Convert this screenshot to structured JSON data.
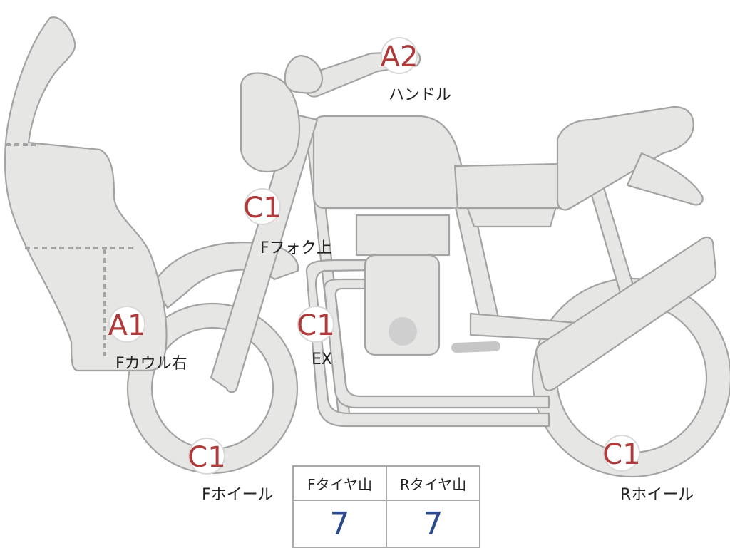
{
  "diagram": {
    "badges": [
      {
        "id": "handlebar",
        "code": "A2",
        "label": "ハンドル"
      },
      {
        "id": "fork-upper",
        "code": "C1",
        "label": "Fフォク上"
      },
      {
        "id": "cowl-right",
        "code": "A1",
        "label": "Fカウル右"
      },
      {
        "id": "exhaust",
        "code": "C1",
        "label": "EX"
      },
      {
        "id": "front-wheel",
        "code": "C1",
        "label": "Fホイール"
      },
      {
        "id": "rear-wheel",
        "code": "C1",
        "label": "Rホイール"
      }
    ],
    "tire_table": {
      "headers": [
        "Fタイヤ山",
        "Rタイヤ山"
      ],
      "values": [
        "7",
        "7"
      ]
    },
    "colors": {
      "part_fill": "#e6e6e4",
      "part_outline": "#a3a3a3",
      "badge_text": "#b03a3a",
      "table_value": "#2d4a8e"
    }
  }
}
